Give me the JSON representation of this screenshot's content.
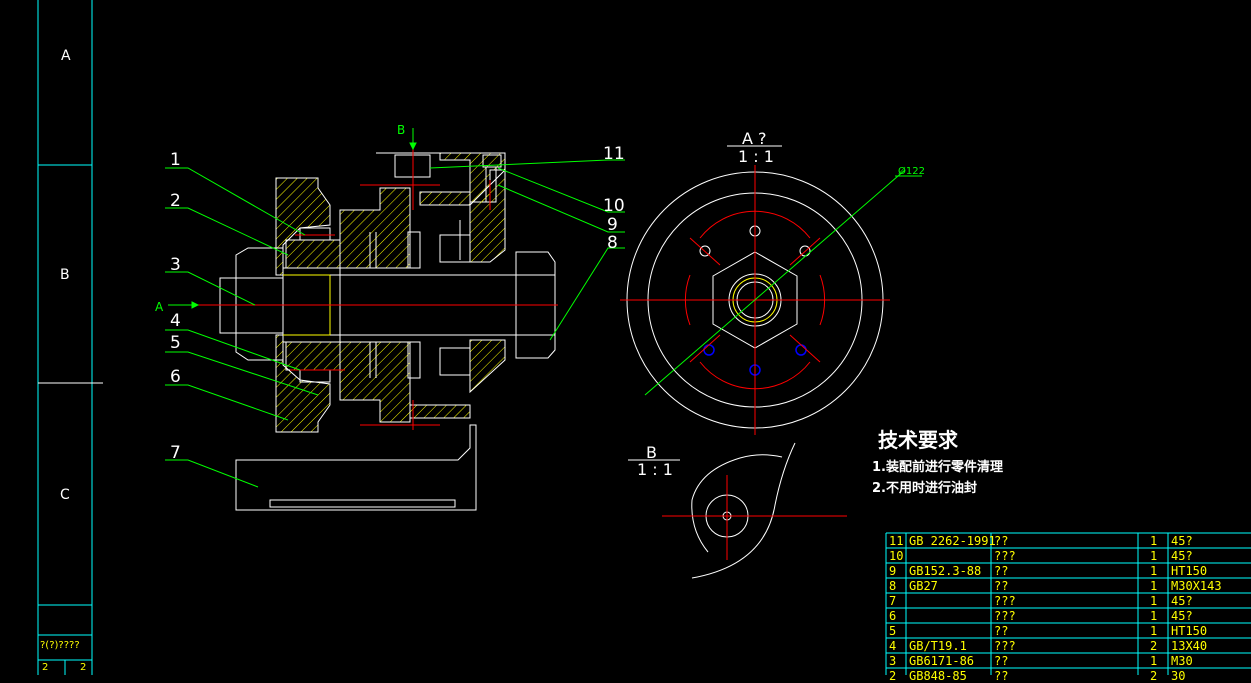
{
  "frame": {
    "zones": [
      "A",
      "B",
      "C"
    ],
    "corner_text": "?(?)????",
    "corner_row": [
      "2",
      "2"
    ]
  },
  "callouts": [
    "1",
    "2",
    "3",
    "4",
    "5",
    "6",
    "7",
    "8",
    "9",
    "10",
    "11"
  ],
  "section_marks": {
    "a_arrow": "A",
    "b_arrow": "B",
    "a_view_title": "A ?",
    "a_view_scale": "1 : 1",
    "b_view_title": "B",
    "b_view_scale": "1 : 1",
    "diameter": "Ø122"
  },
  "tech_requirements": {
    "title": "技术要求",
    "items": [
      "1.装配前进行零件清理",
      "2.不用时进行油封"
    ]
  },
  "bom": {
    "rows": [
      {
        "no": "11",
        "code": "GB 2262-1991",
        "name": "??",
        "qty": "1",
        "material": "45?"
      },
      {
        "no": "10",
        "code": "",
        "name": "???",
        "qty": "1",
        "material": "45?"
      },
      {
        "no": "9",
        "code": "GB152.3-88",
        "name": "??",
        "qty": "1",
        "material": "HT150"
      },
      {
        "no": "8",
        "code": "GB27",
        "name": "??",
        "qty": "1",
        "material": "M30X143"
      },
      {
        "no": "7",
        "code": "",
        "name": "???",
        "qty": "1",
        "material": "45?"
      },
      {
        "no": "6",
        "code": "",
        "name": "???",
        "qty": "1",
        "material": "45?"
      },
      {
        "no": "5",
        "code": "",
        "name": "??",
        "qty": "1",
        "material": "HT150"
      },
      {
        "no": "4",
        "code": "GB/T19.1",
        "name": "???",
        "qty": "2",
        "material": "13X40"
      },
      {
        "no": "3",
        "code": "GB6171-86",
        "name": "??",
        "qty": "1",
        "material": "M30"
      },
      {
        "no": "2",
        "code": "GB848-85",
        "name": "??",
        "qty": "2",
        "material": "30"
      }
    ]
  },
  "colors": {
    "background": "#000000",
    "outline": "#ffffff",
    "hatch": "#ffff00",
    "centerline": "#ff0000",
    "leader": "#00ff00",
    "frame": "#00ffff",
    "table": "#00ffff",
    "table_text": "#ffff00"
  }
}
